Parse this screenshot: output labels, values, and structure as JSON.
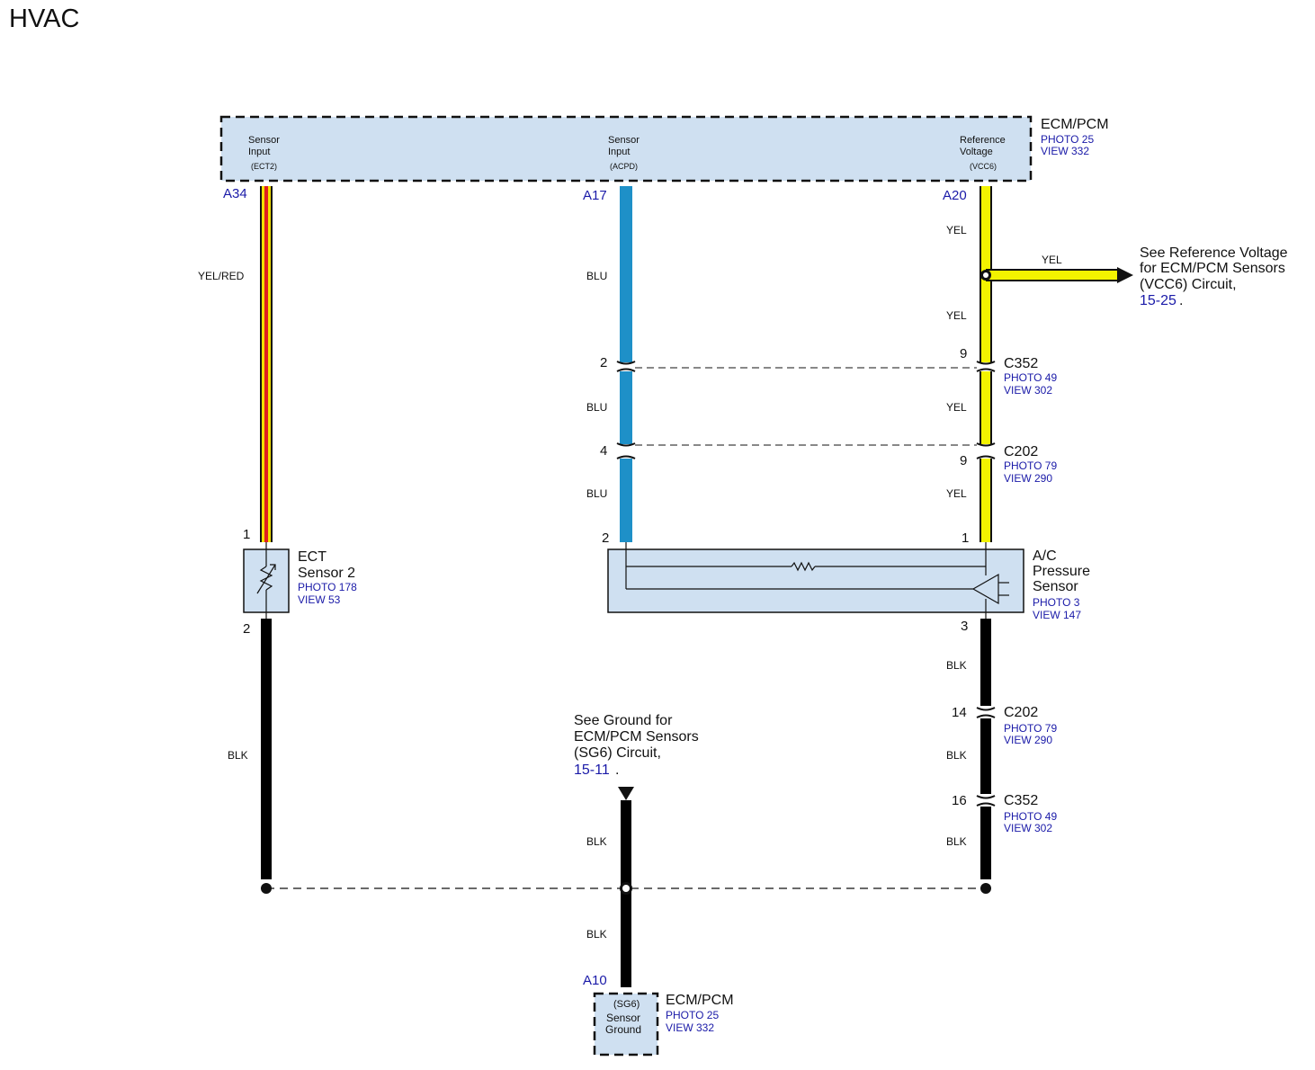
{
  "title": "HVAC",
  "colors": {
    "box_fill": "#cfe0f1",
    "link_blue": "#1a1aa8",
    "wire_yel": "#f3f300",
    "wire_blu": "#1e90c8",
    "wire_red": "#e02020",
    "wire_blk": "#000000"
  },
  "ecm_top": {
    "name": "ECM/PCM",
    "photo": "PHOTO 25",
    "view": "VIEW 332",
    "pins": [
      {
        "label1": "Sensor",
        "label2": "Input",
        "label3": "(ECT2)",
        "pin": "A34"
      },
      {
        "label1": "Sensor",
        "label2": "Input",
        "label3": "(ACPD)",
        "pin": "A17"
      },
      {
        "label1": "Reference",
        "label2": "Voltage",
        "label3": "(VCC6)",
        "pin": "A20"
      }
    ]
  },
  "wires": {
    "yel_red": "YEL/RED",
    "blu": "BLU",
    "yel": "YEL",
    "blk": "BLK"
  },
  "connectors": {
    "c352_top": {
      "name": "C352",
      "photo": "PHOTO 49",
      "view": "VIEW 302",
      "pin_blu": "2",
      "pin_yel": "9"
    },
    "c202_top": {
      "name": "C202",
      "photo": "PHOTO 79",
      "view": "VIEW 290",
      "pin_blu": "4",
      "pin_yel": "9"
    },
    "c202_bot": {
      "name": "C202",
      "photo": "PHOTO 79",
      "view": "VIEW 290",
      "pin": "14"
    },
    "c352_bot": {
      "name": "C352",
      "photo": "PHOTO 49",
      "view": "VIEW 302",
      "pin": "16"
    }
  },
  "ect_sensor": {
    "name1": "ECT",
    "name2": "Sensor 2",
    "photo": "PHOTO 178",
    "view": "VIEW 53",
    "pin_top": "1",
    "pin_bot": "2"
  },
  "ac_sensor": {
    "name1": "A/C",
    "name2": "Pressure",
    "name3": "Sensor",
    "photo": "PHOTO 3",
    "view": "VIEW 147",
    "pin_left": "2",
    "pin_right": "1",
    "pin_bot": "3"
  },
  "ref_voltage_note": {
    "line1": "See Reference Voltage",
    "line2": "for ECM/PCM Sensors",
    "line3": "(VCC6) Circuit,",
    "link": "15-25"
  },
  "ground_note": {
    "line1": "See Ground for",
    "line2": "ECM/PCM Sensors",
    "line3": "(SG6) Circuit,",
    "link": "15-11"
  },
  "ecm_bottom": {
    "name": "ECM/PCM",
    "photo": "PHOTO 25",
    "view": "VIEW 332",
    "pin": "A10",
    "label1": "(SG6)",
    "label2": "Sensor",
    "label3": "Ground"
  }
}
